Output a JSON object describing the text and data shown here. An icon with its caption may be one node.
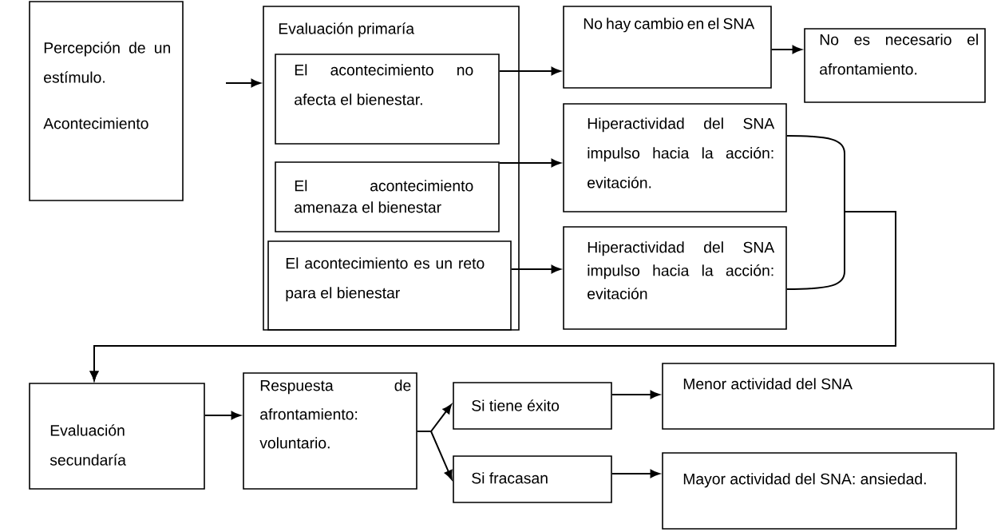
{
  "diagram": {
    "nodes": [
      {
        "text": [
          "Percepción de un estímulo.",
          "Acontecimiento"
        ]
      },
      {
        "text": [
          "Evaluación primaría"
        ]
      },
      {
        "text": [
          "El acontecimiento no afecta el bienestar."
        ],
        "in": 1
      },
      {
        "text": [
          "El acontecimiento amenaza el bienestar"
        ],
        "in": 1
      },
      {
        "text": [
          "El acontecimiento es un reto para el bienestar"
        ],
        "in": 1
      },
      {
        "text": [
          "No hay cambio en el SNA"
        ]
      },
      {
        "text": [
          "No es necesario el afrontamiento."
        ]
      },
      {
        "text": [
          "Hiperactividad del SNA impulso hacia la acción: evitación."
        ]
      },
      {
        "text": [
          "Hiperactividad del SNA impulso hacia la acción: evitación"
        ]
      },
      {
        "text": [
          "Evaluación secundaría"
        ]
      },
      {
        "text": [
          "Respuesta de afrontamiento: voluntario."
        ]
      },
      {
        "text": [
          "Si tiene éxito"
        ]
      },
      {
        "text": [
          "Si fracasan"
        ]
      },
      {
        "text": [
          "Menor actividad del SNA"
        ]
      },
      {
        "text": [
          "Mayor actividad del SNA: ansiedad."
        ]
      }
    ],
    "edges": [
      {
        "from": null,
        "to": 1,
        "arrow": "to"
      },
      {
        "from": 2,
        "to": 5,
        "arrow": "to"
      },
      {
        "from": 3,
        "to": 7,
        "arrow": "to"
      },
      {
        "from": 4,
        "to": 8,
        "arrow": "to"
      },
      {
        "from": 5,
        "to": 6,
        "arrow": "to"
      },
      {
        "from": 7,
        "to": 9,
        "arrow": "to"
      },
      {
        "from": 8,
        "to": 9,
        "arrow": "to"
      },
      {
        "from": 9,
        "to": 10,
        "arrow": "to"
      },
      {
        "from": 10,
        "to": 11,
        "arrow": "to"
      },
      {
        "from": 10,
        "to": 12,
        "arrow": "to"
      },
      {
        "from": 11,
        "to": 13,
        "arrow": "to"
      },
      {
        "from": 12,
        "to": 14,
        "arrow": "to"
      }
    ]
  }
}
